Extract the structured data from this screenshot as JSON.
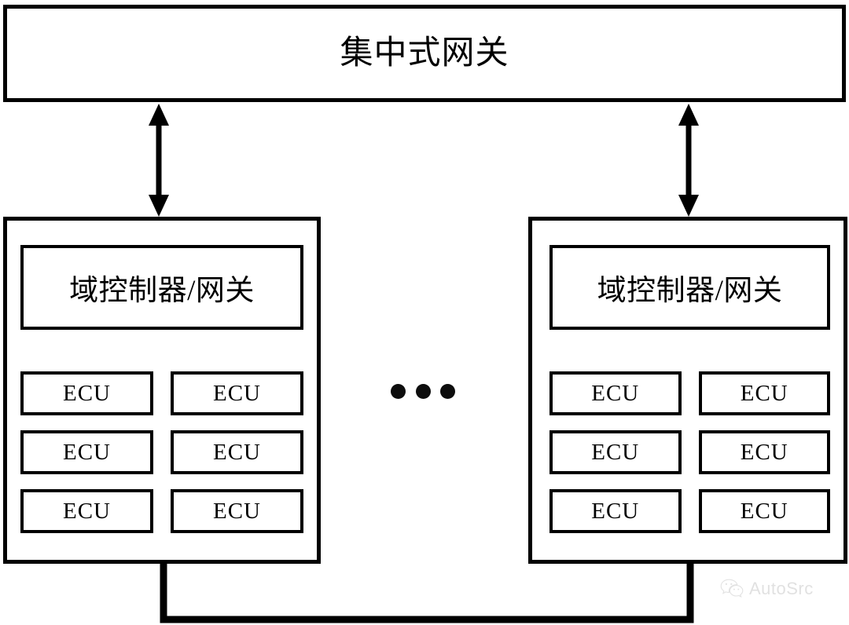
{
  "diagram": {
    "title_box": {
      "label": "集中式网关",
      "name": "centralized-gateway"
    },
    "ellipsis": {
      "dots": 3,
      "meaning": "more domain panels omitted"
    },
    "domains": [
      {
        "id": "left",
        "controller_label": "域控制器/网关",
        "ecus": [
          "ECU",
          "ECU",
          "ECU",
          "ECU",
          "ECU",
          "ECU"
        ]
      },
      {
        "id": "right",
        "controller_label": "域控制器/网关",
        "ecus": [
          "ECU",
          "ECU",
          "ECU",
          "ECU",
          "ECU",
          "ECU"
        ]
      }
    ],
    "connectors": [
      {
        "name": "left-uplink",
        "type": "double-arrow",
        "from": "domain-panel-left",
        "to": "centralized-gateway"
      },
      {
        "name": "right-uplink",
        "type": "double-arrow",
        "from": "domain-panel-right",
        "to": "centralized-gateway"
      },
      {
        "name": "bottom-bus",
        "type": "bus-line",
        "connects": [
          "domain-panel-left",
          "domain-panel-right"
        ]
      }
    ],
    "watermark": {
      "text": "AutoSrc",
      "icon": "wechat-icon",
      "color": "#c9c9c9"
    },
    "colors": {
      "stroke": "#000000",
      "background": "#ffffff",
      "dot": "#0d0d0d"
    }
  }
}
